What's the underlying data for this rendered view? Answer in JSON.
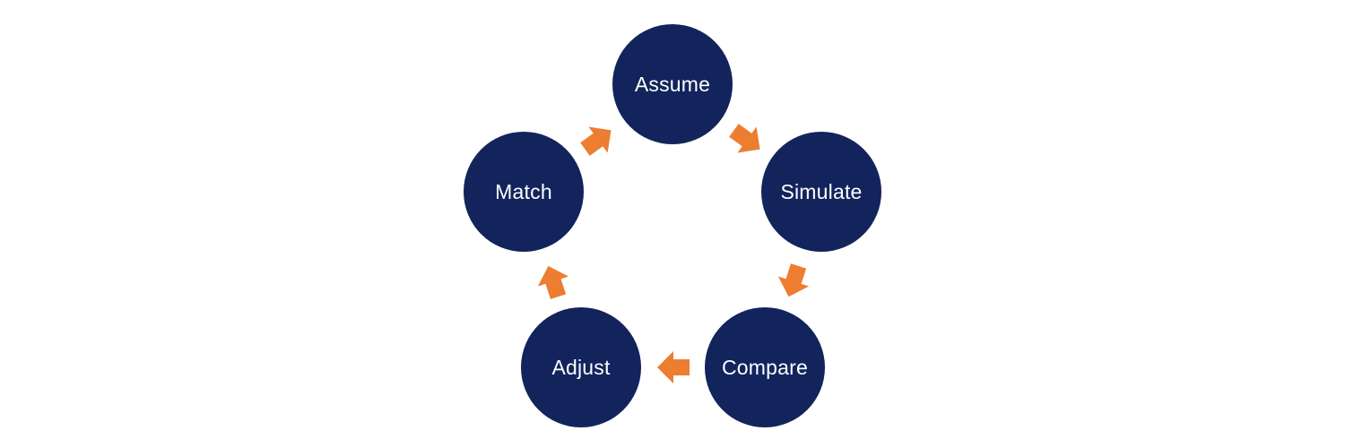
{
  "diagram": {
    "type": "cycle",
    "direction": "clockwise",
    "colors": {
      "node_fill": "#13245c",
      "arrow_fill": "#ed7d31",
      "label_text": "#ffffff",
      "background": "#ffffff"
    },
    "nodes": [
      {
        "id": "assume",
        "label": "Assume",
        "position": "top"
      },
      {
        "id": "simulate",
        "label": "Simulate",
        "position": "right"
      },
      {
        "id": "compare",
        "label": "Compare",
        "position": "bottom-right"
      },
      {
        "id": "adjust",
        "label": "Adjust",
        "position": "bottom-left"
      },
      {
        "id": "match",
        "label": "Match",
        "position": "left"
      }
    ],
    "arrows": [
      {
        "from": "assume",
        "to": "simulate"
      },
      {
        "from": "simulate",
        "to": "compare"
      },
      {
        "from": "compare",
        "to": "adjust"
      },
      {
        "from": "adjust",
        "to": "match"
      },
      {
        "from": "match",
        "to": "assume"
      }
    ]
  }
}
